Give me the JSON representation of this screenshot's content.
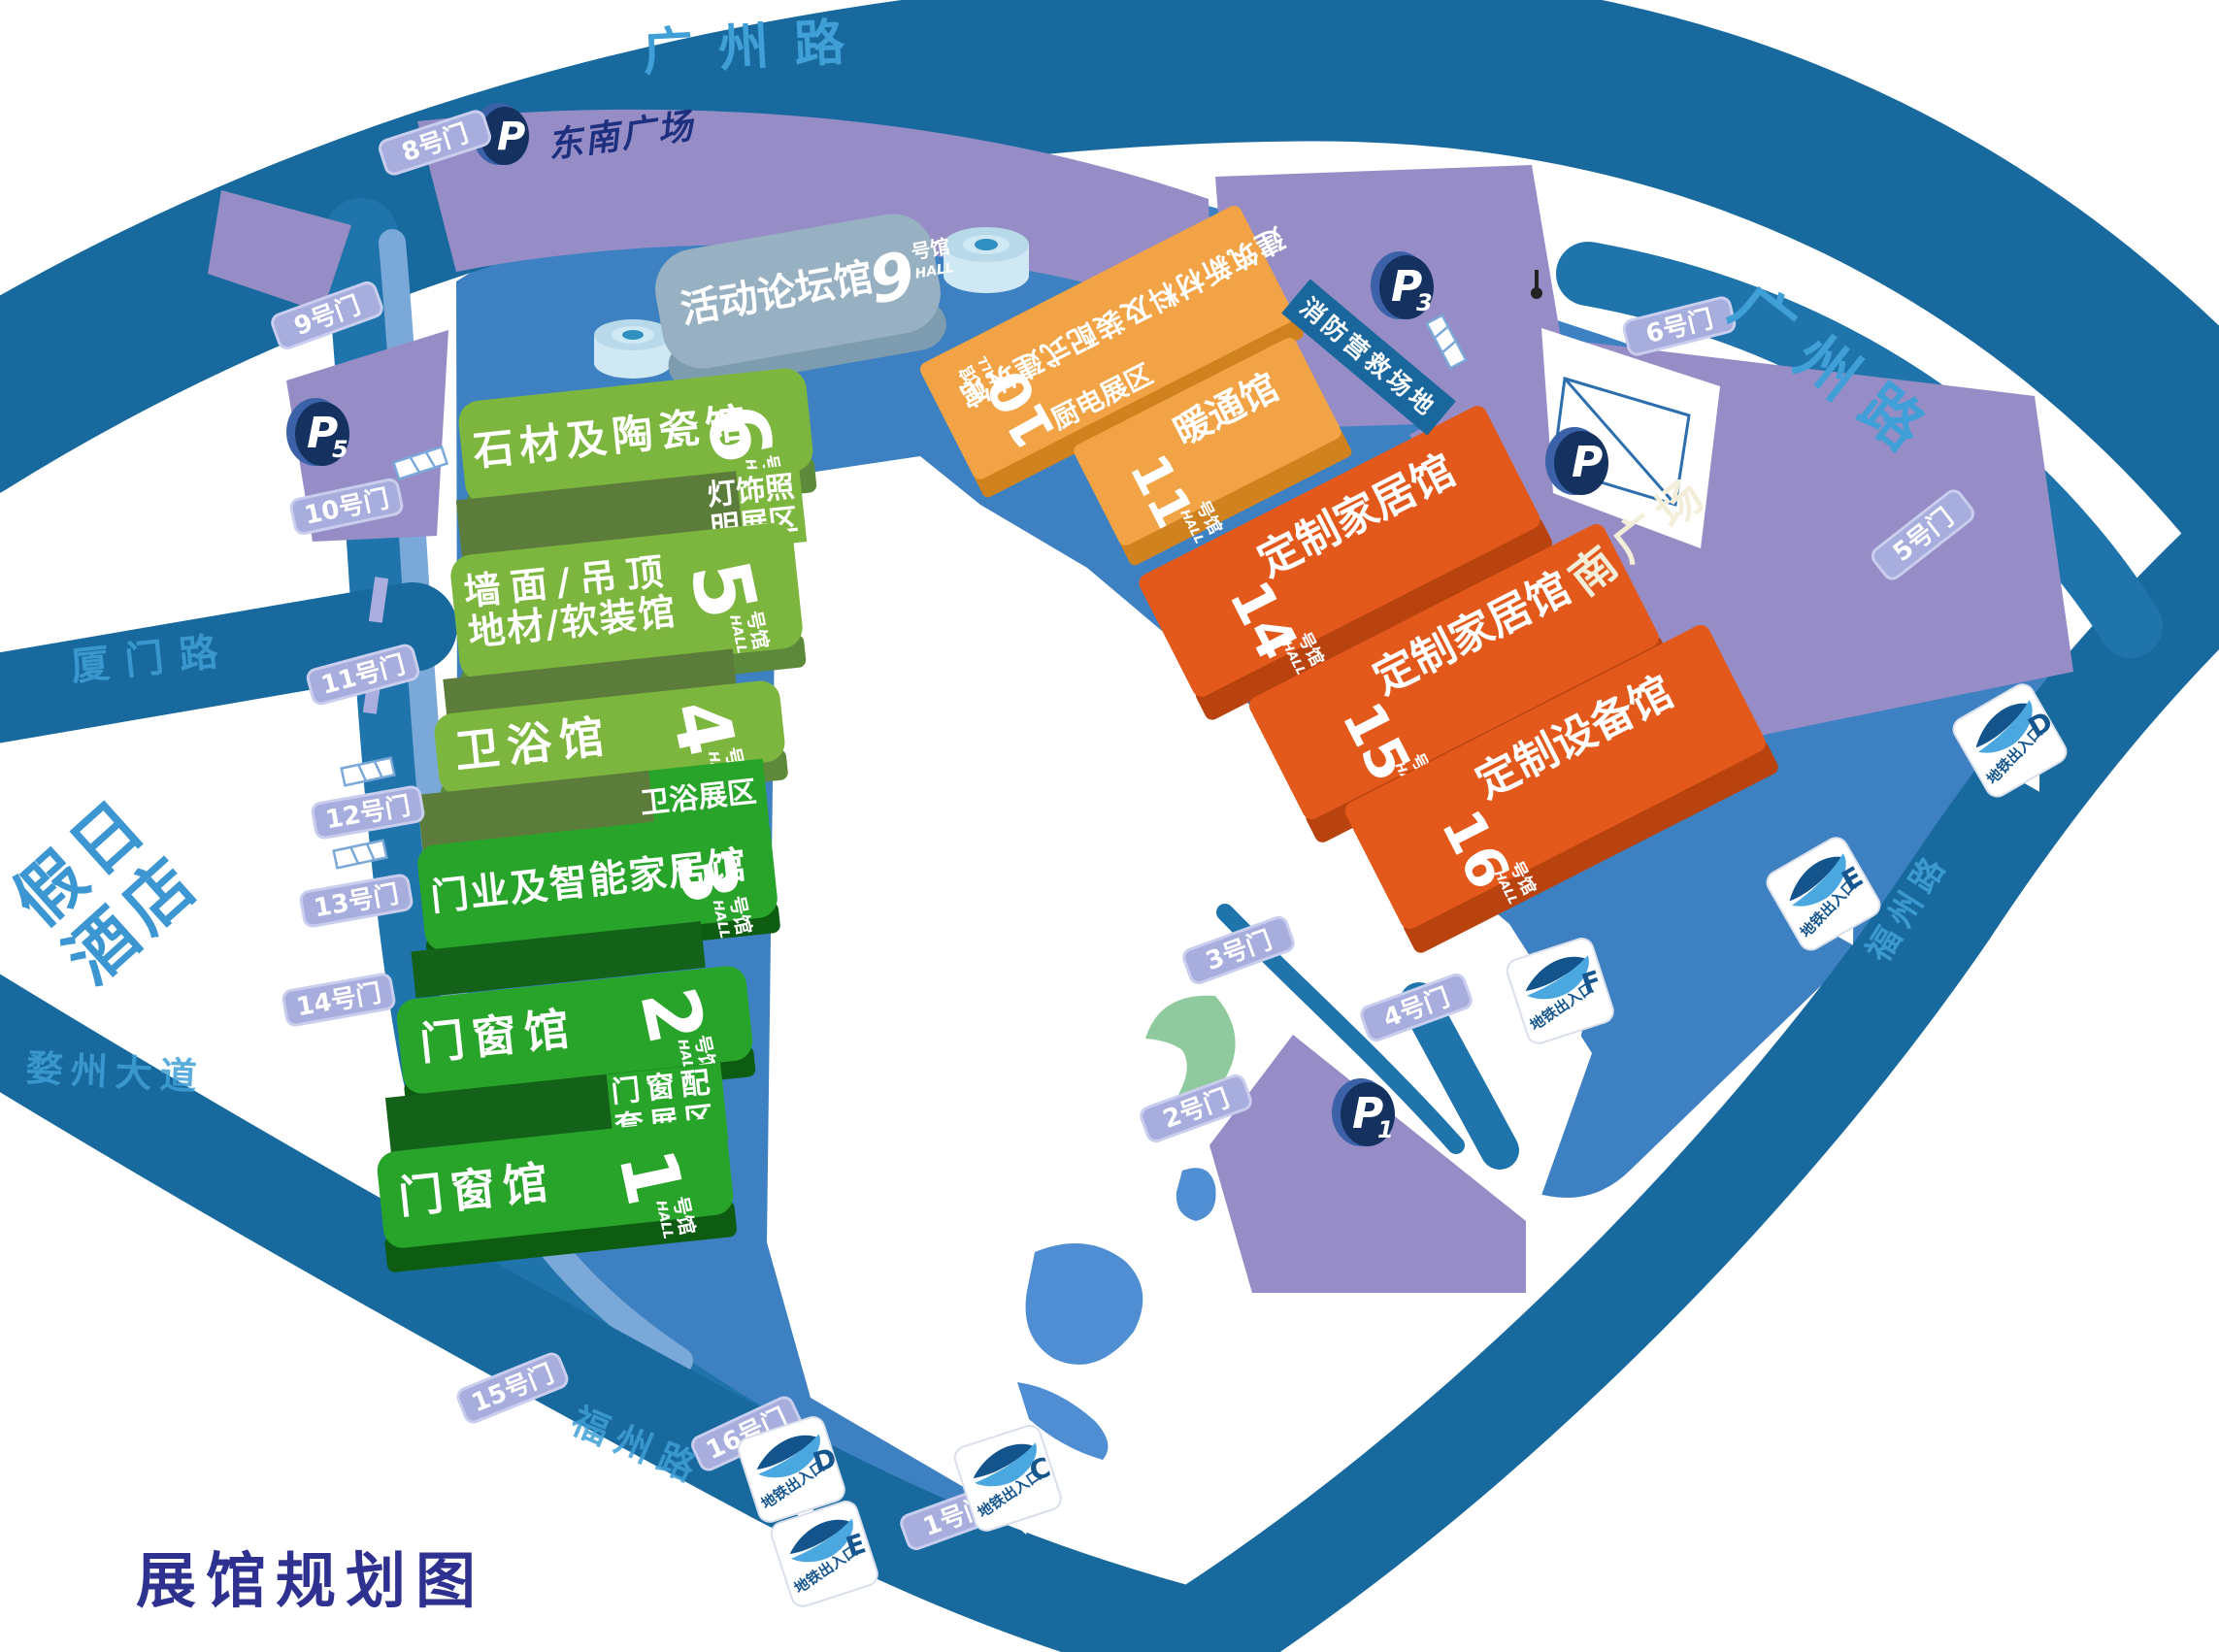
{
  "title": "展馆规划图",
  "roads": {
    "guangzhou_top": "广州路",
    "guangzhou_right": "广州路",
    "xiamen": "厦门路",
    "wuzhou": "婺州大道",
    "fuzhou_bottom": "福州路",
    "fuzhou_right": "福州路"
  },
  "places": {
    "hotel_line1": "假日",
    "hotel_line2": "酒店",
    "se_plaza": "东南广场",
    "south_plaza": "南广场",
    "fire_rescue": "消防营救场地"
  },
  "labels": {
    "hall_suffix": "号馆",
    "hall_en": "HALL"
  },
  "parking": {
    "symbol": "P",
    "p1_sub": "1",
    "p3_sub": "3",
    "p5_sub": "5"
  },
  "halls": {
    "h9": {
      "name": "活动论坛馆",
      "num": "9"
    },
    "h10": {
      "name": "建筑新材料及装配式建筑馆",
      "num": "10"
    },
    "h11": {
      "name": "暖通馆",
      "num": "11"
    },
    "h14": {
      "name": "定制家居馆",
      "num": "14"
    },
    "h15": {
      "name": "定制家居馆",
      "num": "15"
    },
    "h16": {
      "name": "定制设备馆",
      "num": "16"
    },
    "h6": {
      "name": "石材及陶瓷馆",
      "num": "6"
    },
    "h5": {
      "name_line1": "墙面/吊顶",
      "name_line2": "地材/软装馆",
      "num": "5"
    },
    "h4": {
      "name": "卫浴馆",
      "num": "4"
    },
    "h3": {
      "name": "门业及智能家居馆",
      "num": "3"
    },
    "h2": {
      "name": "门窗馆",
      "num": "2"
    },
    "h1": {
      "name": "门窗馆",
      "num": "1"
    }
  },
  "zones": {
    "lighting_line1": "灯饰照",
    "lighting_line2": "明展区",
    "bath": "卫浴展区",
    "door_line1": "门窗配",
    "door_line2": "套展区",
    "kitchen": "厨电展区"
  },
  "gates": {
    "g1": "1号门",
    "g2": "2号门",
    "g3": "3号门",
    "g4": "4号门",
    "g5": "5号门",
    "g6": "6号门",
    "g8": "8号门",
    "g9": "9号门",
    "g10": "10号门",
    "g11": "11号门",
    "g12": "12号门",
    "g13": "13号门",
    "g14": "14号门",
    "g15": "15号门",
    "g16": "16号门"
  },
  "subway": {
    "label": "地铁出入口",
    "c": "C",
    "d": "D",
    "e": "E",
    "f": "F"
  },
  "colors": {
    "road": "#186a9e",
    "campus": "#3e81c2",
    "plaza_purple": "#978dc6",
    "green_light": "#7db63e",
    "green_bright": "#29a42b",
    "orange": "#f1a345",
    "red_orange": "#e3591c",
    "hall9_gray": "#97b0c2",
    "gate_badge": "#a7addc",
    "parking_navy": "#14315f",
    "road_label_blue": "#3f9fd6",
    "title_ink": "#2f3190",
    "south_plaza_text": "#f3eed9"
  }
}
